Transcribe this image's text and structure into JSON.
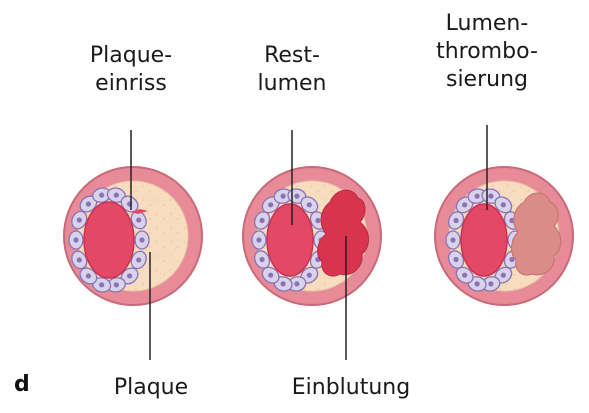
{
  "panel_letter": "d",
  "labels": {
    "plaque_rupture": [
      "Plaque-",
      "einriss"
    ],
    "residual_lumen": [
      "Rest-",
      "lumen"
    ],
    "lumen_thrombosis": [
      "Lumen-",
      "thrombo-",
      "sierung"
    ],
    "plaque": "Plaque",
    "hemorrhage": "Einblutung"
  },
  "colors": {
    "outer_wall": "#e78b98",
    "outer_wall_edge": "#c96a7a",
    "plaque_fill": "#f7dcc0",
    "lumen": "#e34866",
    "lumen_edge": "#c73452",
    "endothelial_cell": "#d9d3ea",
    "endothelial_nucleus": "#8a72b8",
    "hemorrhage": "#d9344f",
    "thrombus": "#d98c88",
    "leader_line": "#222222"
  }
}
